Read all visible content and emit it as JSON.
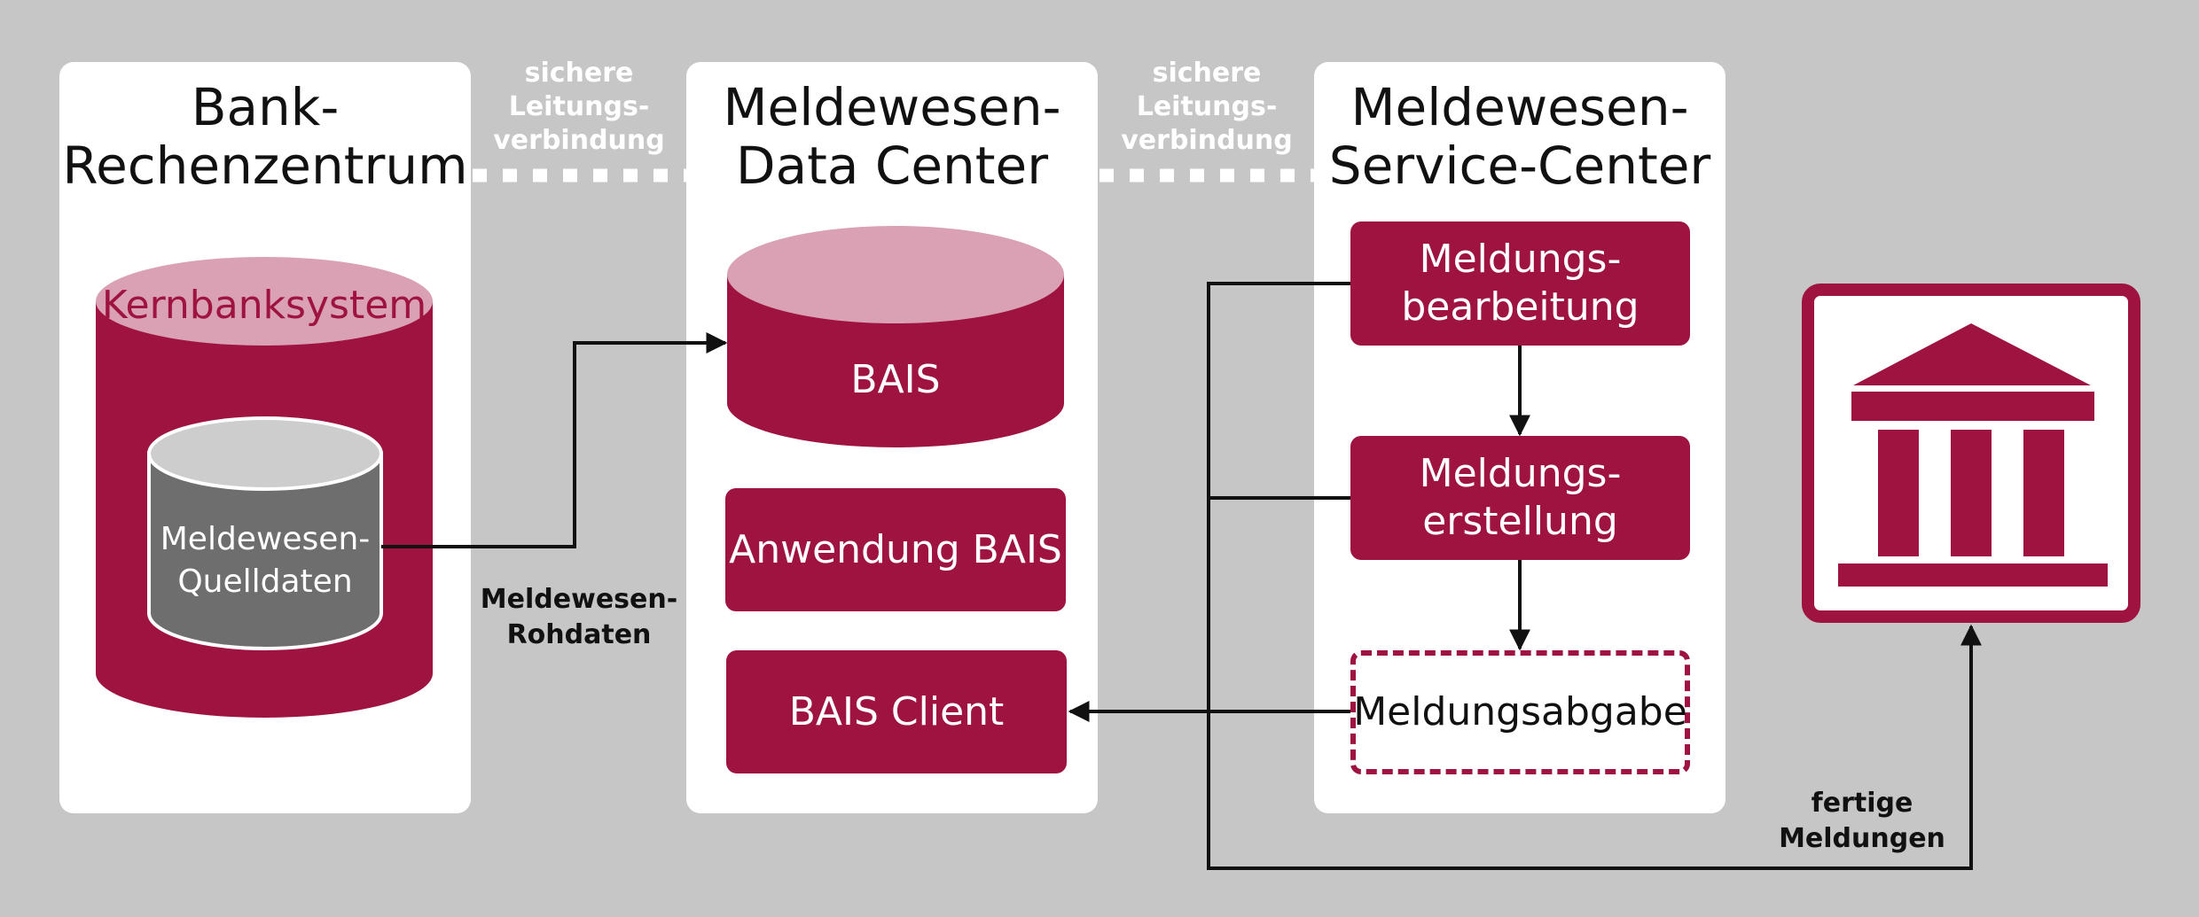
{
  "panels": {
    "bank": {
      "title_line1": "Bank-",
      "title_line2": "Rechenzentrum"
    },
    "datacenter": {
      "title_line1": "Meldewesen-",
      "title_line2": "Data Center"
    },
    "service": {
      "title_line1": "Meldewesen-",
      "title_line2": "Service-Center"
    }
  },
  "connections": {
    "left": {
      "line1": "sichere",
      "line2": "Leitungs-",
      "line3": "verbindung"
    },
    "right": {
      "line1": "sichere",
      "line2": "Leitungs-",
      "line3": "verbindung"
    }
  },
  "cylinders": {
    "kernbank": "Kernbanksystem",
    "source_line1": "Meldewesen-",
    "source_line2": "Quelldaten",
    "bais": "BAIS"
  },
  "boxes": {
    "anwendung": "Anwendung BAIS",
    "client": "BAIS Client",
    "bearbeitung_line1": "Meldungs-",
    "bearbeitung_line2": "bearbeitung",
    "erstellung_line1": "Meldungs-",
    "erstellung_line2": "erstellung",
    "abgabe": "Meldungsabgabe"
  },
  "labels": {
    "rohdaten_line1": "Meldewesen-",
    "rohdaten_line2": "Rohdaten",
    "fertig_line1": "fertige",
    "fertig_line2": "Meldungen"
  },
  "icons": {
    "authority": "bank-building-icon"
  },
  "colors": {
    "accent": "#9e1340",
    "accent_light": "#d9a1b3",
    "background": "#c6c6c6",
    "source_db": "#6e6e6e"
  }
}
